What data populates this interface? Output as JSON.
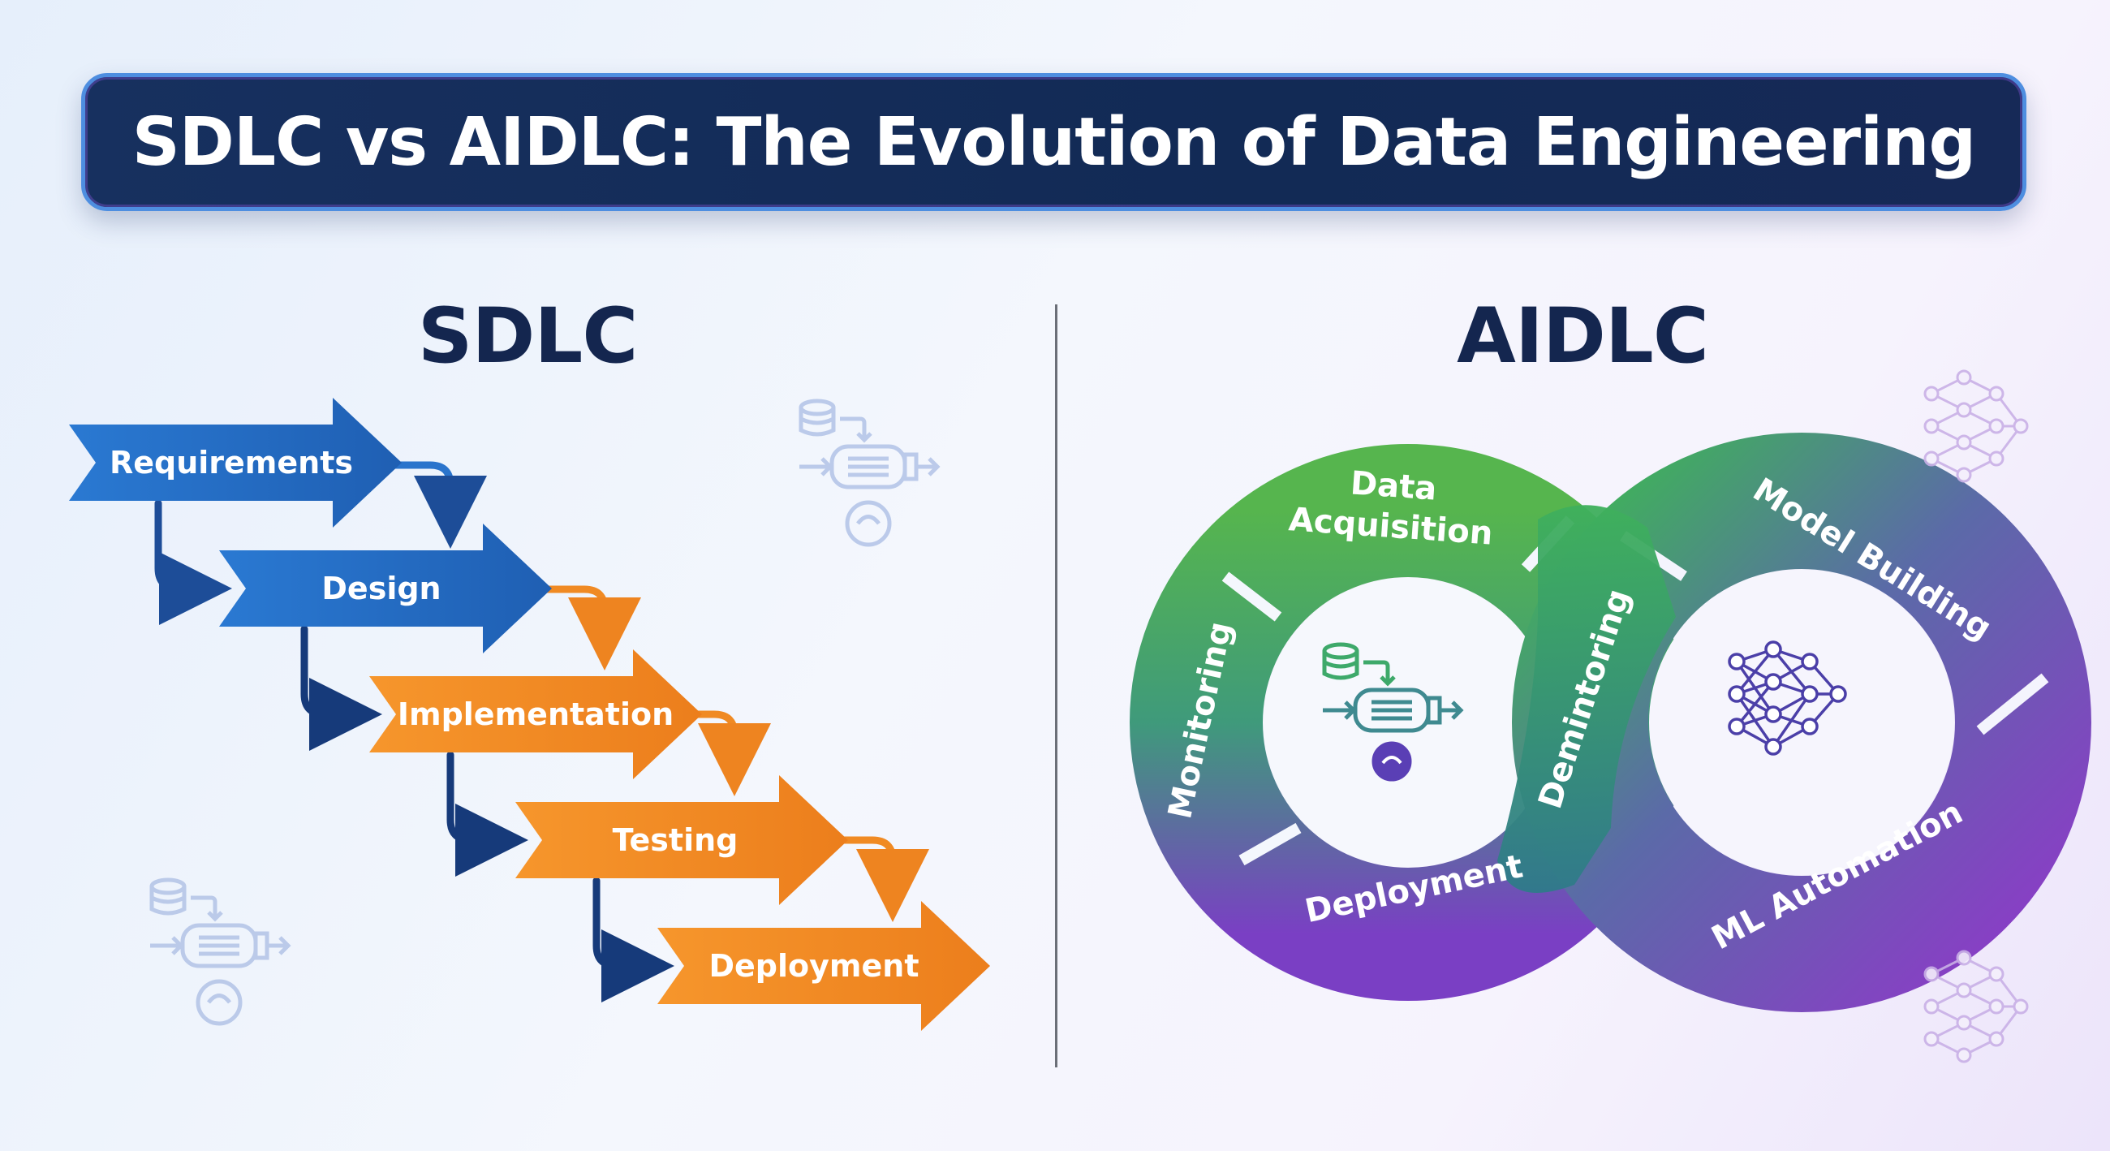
{
  "title": "SDLC vs AIDLC: The Evolution of Data Engineering",
  "sdlc": {
    "heading": "SDLC",
    "steps": [
      "Requirements",
      "Design",
      "Implementation",
      "Testing",
      "Deployment"
    ]
  },
  "aidlc": {
    "heading": "AIDLC",
    "left_loop": [
      "Data Acquisition",
      "Monitoring",
      "Deployment",
      "Demintoring"
    ],
    "right_loop": [
      "Model Building",
      "ML Automation"
    ]
  },
  "colors": {
    "blue": "#2a6fc4",
    "orange": "#f08a23",
    "navy": "#14264f",
    "green": "#4caf50",
    "purple": "#7a3fc0"
  }
}
